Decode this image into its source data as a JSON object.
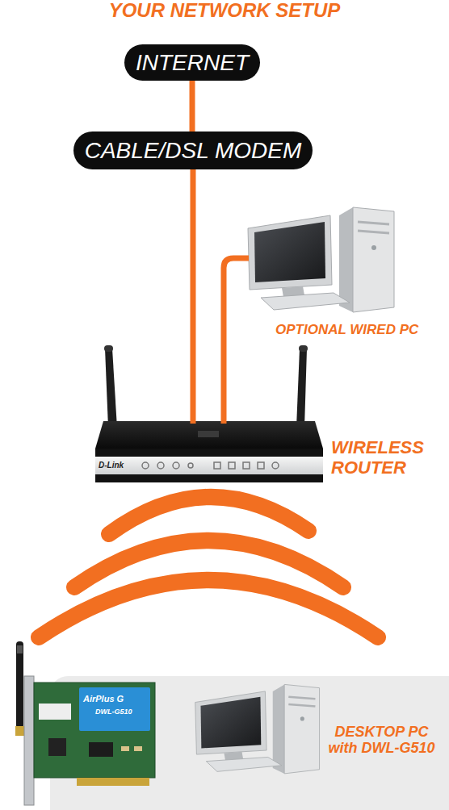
{
  "diagram": {
    "title": "YOUR NETWORK SETUP",
    "nodes": [
      {
        "text": [
          "INTERNET"
        ]
      },
      {
        "text": [
          "CABLE/DSL MODEM"
        ]
      },
      {
        "text": [
          "OPTIONAL WIRED PC"
        ]
      },
      {
        "text": [
          "WIRELESS ROUTER"
        ]
      },
      {
        "text": [
          "DESKTOP PC with DWL-G510"
        ]
      }
    ],
    "edges": [
      {
        "from": 0,
        "to": 1,
        "arrow": "none"
      },
      {
        "from": 1,
        "to": 3,
        "arrow": "none"
      },
      {
        "from": 3,
        "to": 2,
        "arrow": "none"
      }
    ],
    "labels": [
      "D-Link",
      "AirPlus G",
      "DWL-G510"
    ]
  }
}
